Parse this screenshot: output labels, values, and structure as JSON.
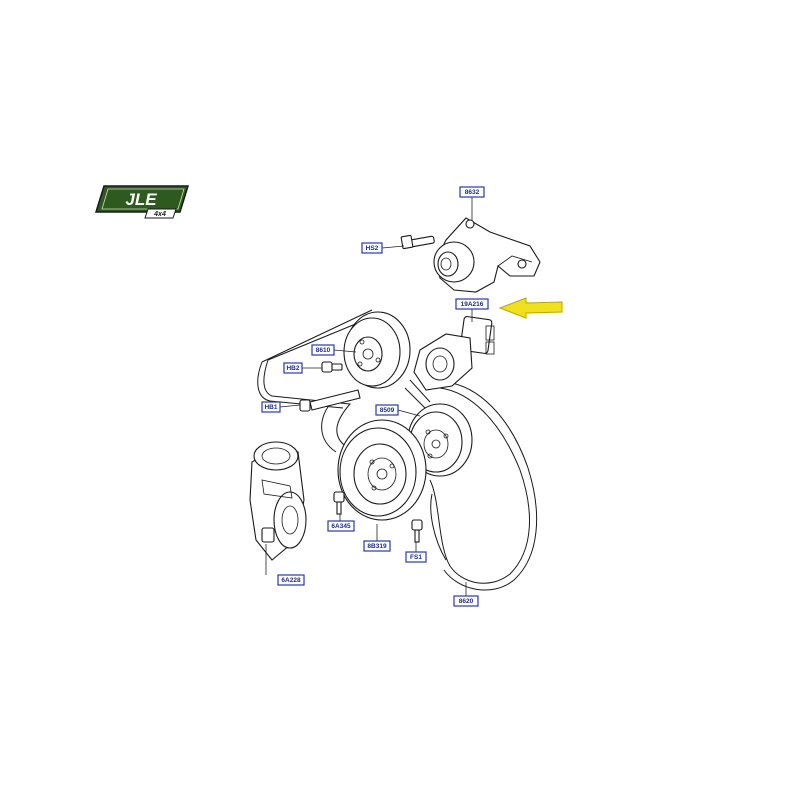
{
  "logo": {
    "text": "JLE",
    "sub": "4x4"
  },
  "callouts": [
    {
      "id": "8632",
      "label": "8632"
    },
    {
      "id": "HS2",
      "label": "HS2"
    },
    {
      "id": "19A216",
      "label": "19A216"
    },
    {
      "id": "8610",
      "label": "8610"
    },
    {
      "id": "HB2",
      "label": "HB2"
    },
    {
      "id": "HB1",
      "label": "HB1"
    },
    {
      "id": "8509",
      "label": "8509"
    },
    {
      "id": "6A345",
      "label": "6A345"
    },
    {
      "id": "8B319",
      "label": "8B319"
    },
    {
      "id": "FS1",
      "label": "FS1"
    },
    {
      "id": "6A228",
      "label": "6A228"
    },
    {
      "id": "8620",
      "label": "8620"
    }
  ],
  "colors": {
    "callout_border": "#2a3aa8",
    "callout_text": "#1b2a8a",
    "arrow": "#f0e020",
    "logo_green": "#2f5a1f"
  }
}
